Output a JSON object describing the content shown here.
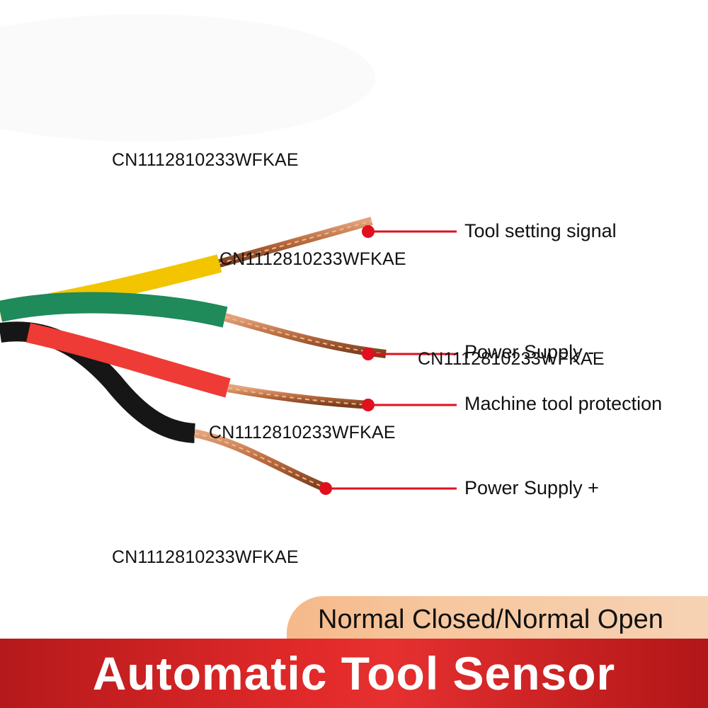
{
  "watermarks": [
    "CN1112810233WFKAE",
    "CN1112810233WFKAE",
    "CN1112810233WFKAE",
    "CN1112810233WFKAE",
    "CN1112810233WFKAE"
  ],
  "wires": [
    {
      "color_name": "yellow",
      "color": "#f2c500",
      "label": "Tool setting signal"
    },
    {
      "color_name": "green",
      "color": "#1f8a5a",
      "label": "Power Supply -"
    },
    {
      "color_name": "red",
      "color": "#ee3b35",
      "label": "Machine tool protection"
    },
    {
      "color_name": "black",
      "color": "#161616",
      "label": "Power Supply +"
    }
  ],
  "accent_color": "#e0101f",
  "banner": {
    "text": "Normal Closed/Normal Open"
  },
  "title": {
    "text": "Automatic Tool Sensor"
  }
}
